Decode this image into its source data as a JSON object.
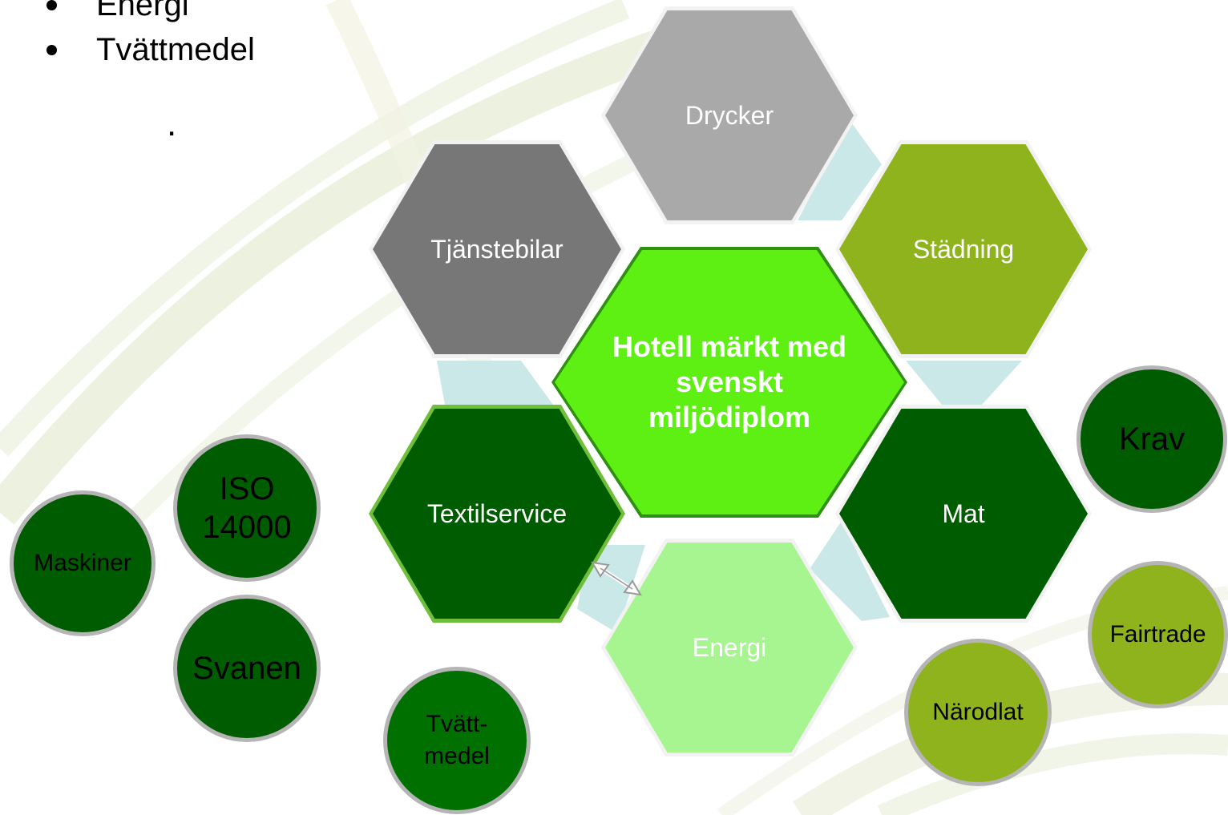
{
  "bullets": [
    "Energi",
    "Tvättmedel"
  ],
  "stray_mark": ".",
  "diagram": {
    "center": {
      "label": "Hotell märkt med svenskt miljödiplom",
      "color": "#5ef013"
    },
    "hexagons": [
      {
        "id": "drycker",
        "label": "Drycker",
        "color": "#a9a9a9"
      },
      {
        "id": "tjanstebilar",
        "label": "Tjänstebilar",
        "color": "#777777"
      },
      {
        "id": "stadning",
        "label": "Städning",
        "color": "#8fb31c"
      },
      {
        "id": "textilservice",
        "label": "Textilservice",
        "color": "#005c00"
      },
      {
        "id": "mat",
        "label": "Mat",
        "color": "#005c00"
      },
      {
        "id": "energi",
        "label": "Energi",
        "color": "#a7f590"
      }
    ],
    "circles": [
      {
        "id": "iso",
        "label": "ISO 14000",
        "color": "#005c00"
      },
      {
        "id": "maskiner",
        "label": "Maskiner",
        "color": "#005c00"
      },
      {
        "id": "svanen",
        "label": "Svanen",
        "color": "#005c00"
      },
      {
        "id": "tvattmedel",
        "label": "Tvätt- medel",
        "color": "#007000"
      },
      {
        "id": "krav",
        "label": "Krav",
        "color": "#005c00"
      },
      {
        "id": "fairtrade",
        "label": "Fairtrade",
        "color": "#8fb31c"
      },
      {
        "id": "narodlat",
        "label": "Närodlat",
        "color": "#8fb31c"
      }
    ]
  }
}
